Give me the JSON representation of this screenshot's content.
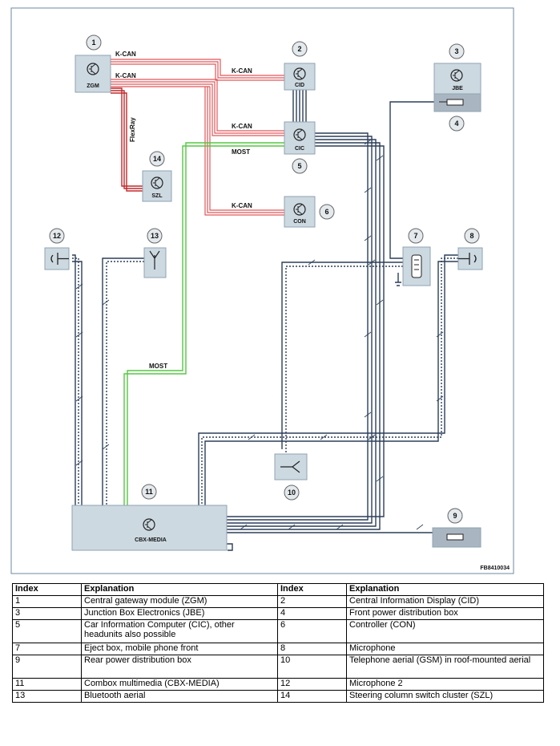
{
  "diagram": {
    "footer_code": "FB8410034",
    "modules": [
      {
        "index": "1",
        "label": "ZGM"
      },
      {
        "index": "2",
        "label": "CID"
      },
      {
        "index": "3",
        "label": "JBE"
      },
      {
        "index": "4",
        "label": ""
      },
      {
        "index": "5",
        "label": "CIC"
      },
      {
        "index": "6",
        "label": "CON"
      },
      {
        "index": "7",
        "label": ""
      },
      {
        "index": "8",
        "label": ""
      },
      {
        "index": "9",
        "label": ""
      },
      {
        "index": "10",
        "label": ""
      },
      {
        "index": "11",
        "label": "CBX-MEDIA"
      },
      {
        "index": "12",
        "label": ""
      },
      {
        "index": "13",
        "label": ""
      },
      {
        "index": "14",
        "label": "SZL"
      }
    ],
    "bus_labels": {
      "kcan": "K-CAN",
      "flexray": "FlexRay",
      "most": "MOST"
    },
    "colors": {
      "kcan": "#e0575a",
      "flexray": "#c0282c",
      "most": "#55c842",
      "cable": "#2c3e58",
      "module_fill": "#cdd9e1"
    }
  },
  "legend": {
    "headers": [
      "Index",
      "Explanation",
      "Index",
      "Explanation"
    ],
    "rows": [
      [
        "1",
        "Central gateway module (ZGM)",
        "2",
        "Central Information Display (CID)"
      ],
      [
        "3",
        "Junction Box Electronics (JBE)",
        "4",
        "Front power distribution box"
      ],
      [
        "5",
        "Car Information Computer (CIC), other headunits also possible",
        "6",
        "Controller (CON)"
      ],
      [
        "7",
        "Eject box, mobile phone front",
        "8",
        "Microphone"
      ],
      [
        "9",
        "Rear power distribution box",
        "10",
        "Telephone aerial (GSM) in roof-mounted aerial"
      ],
      [
        "11",
        "Combox multimedia (CBX-MEDIA)",
        "12",
        "Microphone 2"
      ],
      [
        "13",
        "Bluetooth aerial",
        "14",
        "Steering column switch cluster (SZL)"
      ]
    ]
  }
}
